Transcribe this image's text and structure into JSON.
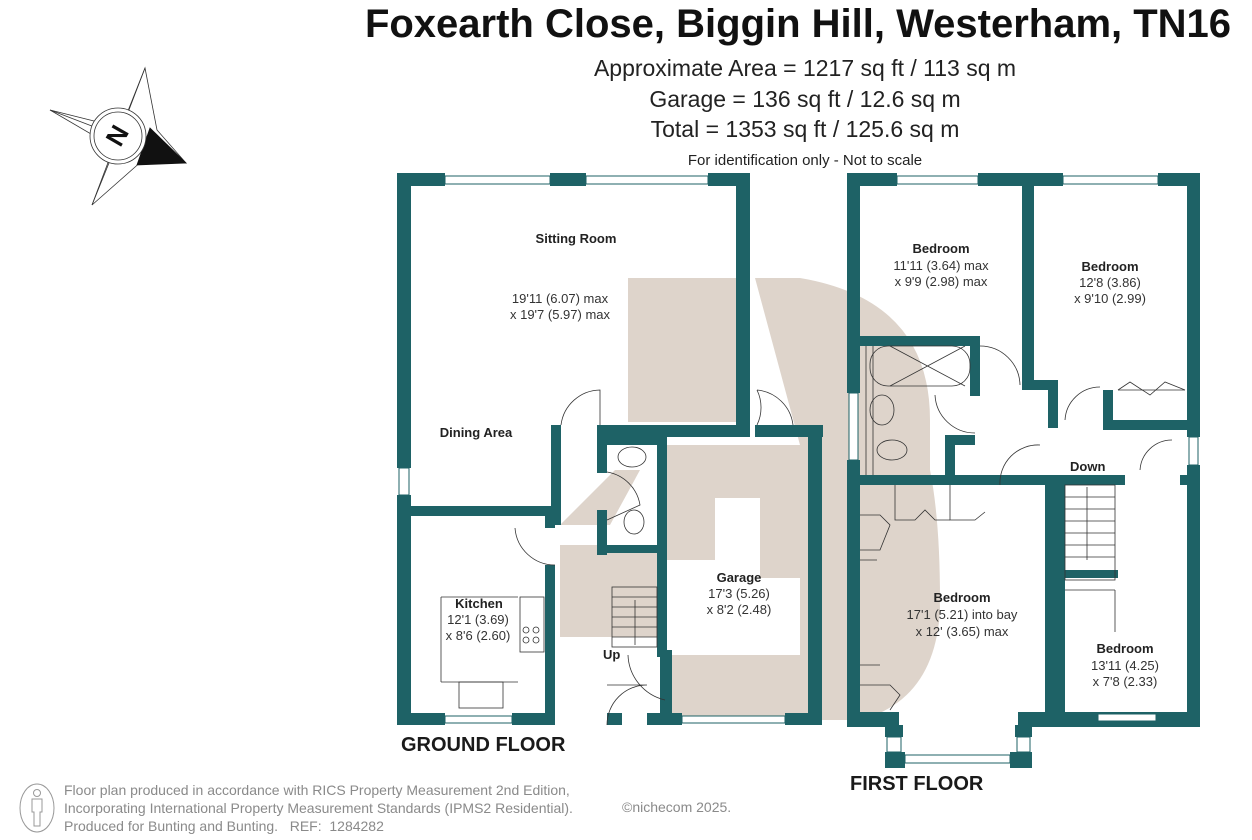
{
  "header": {
    "title": "Foxearth Close, Biggin Hill, Westerham, TN16",
    "area_lines": [
      "Approximate Area = 1217 sq ft / 113 sq m",
      "Garage = 136 sq ft / 12.6 sq m",
      "Total = 1353 sq ft / 125.6 sq m"
    ],
    "disclaimer": "For identification only - Not to scale"
  },
  "compass": {
    "icon": "north-compass-icon",
    "letter": "N"
  },
  "colors": {
    "wall": "#1e6266",
    "shade": "#ded4cb",
    "text": "#222222",
    "footer_text": "#8a8a8a"
  },
  "ground_floor": {
    "label": "GROUND FLOOR",
    "stairs_label": "Up",
    "rooms": [
      {
        "name": "Sitting Room",
        "dims": [
          "19'11 (6.07) max",
          "x 19'7 (5.97) max"
        ]
      },
      {
        "name": "Dining Area",
        "dims": []
      },
      {
        "name": "Kitchen",
        "dims": [
          "12'1 (3.69)",
          "x 8'6 (2.60)"
        ]
      },
      {
        "name": "Garage",
        "dims": [
          "17'3 (5.26)",
          "x 8'2 (2.48)"
        ]
      }
    ]
  },
  "first_floor": {
    "label": "FIRST FLOOR",
    "stairs_label": "Down",
    "rooms": [
      {
        "name": "Bedroom",
        "dims": [
          "11'11 (3.64) max",
          "x 9'9 (2.98) max"
        ]
      },
      {
        "name": "Bedroom",
        "dims": [
          "12'8 (3.86)",
          "x 9'10 (2.99)"
        ]
      },
      {
        "name": "Bedroom",
        "dims": [
          "17'1 (5.21) into bay",
          "x 12' (3.65) max"
        ]
      },
      {
        "name": "Bedroom",
        "dims": [
          "13'11 (4.25)",
          "x 7'8 (2.33)"
        ]
      }
    ]
  },
  "footer": {
    "lines": [
      "Floor plan produced in accordance with RICS Property Measurement 2nd Edition,",
      "Incorporating International Property Measurement Standards (IPMS2 Residential).",
      "Produced for Bunting and Bunting.   REF:  1284282"
    ],
    "copyright": "©nichecom 2025.",
    "icon": "person-measurement-icon"
  }
}
